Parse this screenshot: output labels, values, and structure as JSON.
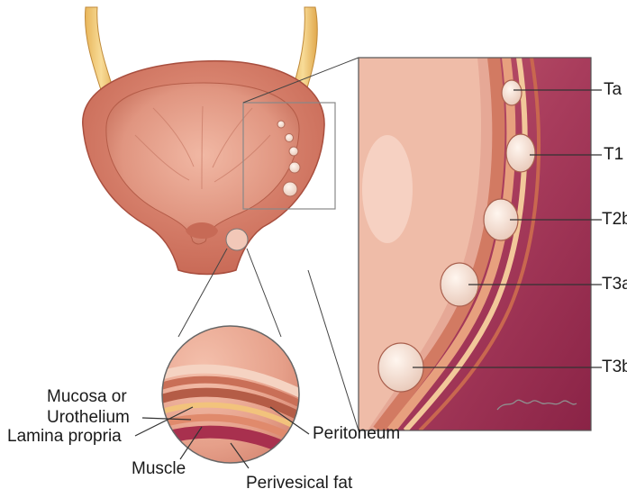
{
  "stage_labels": {
    "ta": "Ta",
    "t1": "T1",
    "t2b": "T2b",
    "t3a": "T3a",
    "t3b": "T3b"
  },
  "layer_labels": {
    "mucosa_line1": "Mucosa or",
    "mucosa_line2": "Urothelium",
    "lamina_propria": "Lamina propria",
    "muscle": "Muscle",
    "perivesical_fat": "Perivesical fat",
    "peritoneum": "Peritoneum"
  },
  "colors": {
    "bladder_tissue": "#d9806a",
    "bladder_interior": "#e8a490",
    "ureter": "#f0c36a",
    "background_magenta": "#9b2f52",
    "tumor": "#f6e4d8",
    "leader_line": "#555555"
  }
}
